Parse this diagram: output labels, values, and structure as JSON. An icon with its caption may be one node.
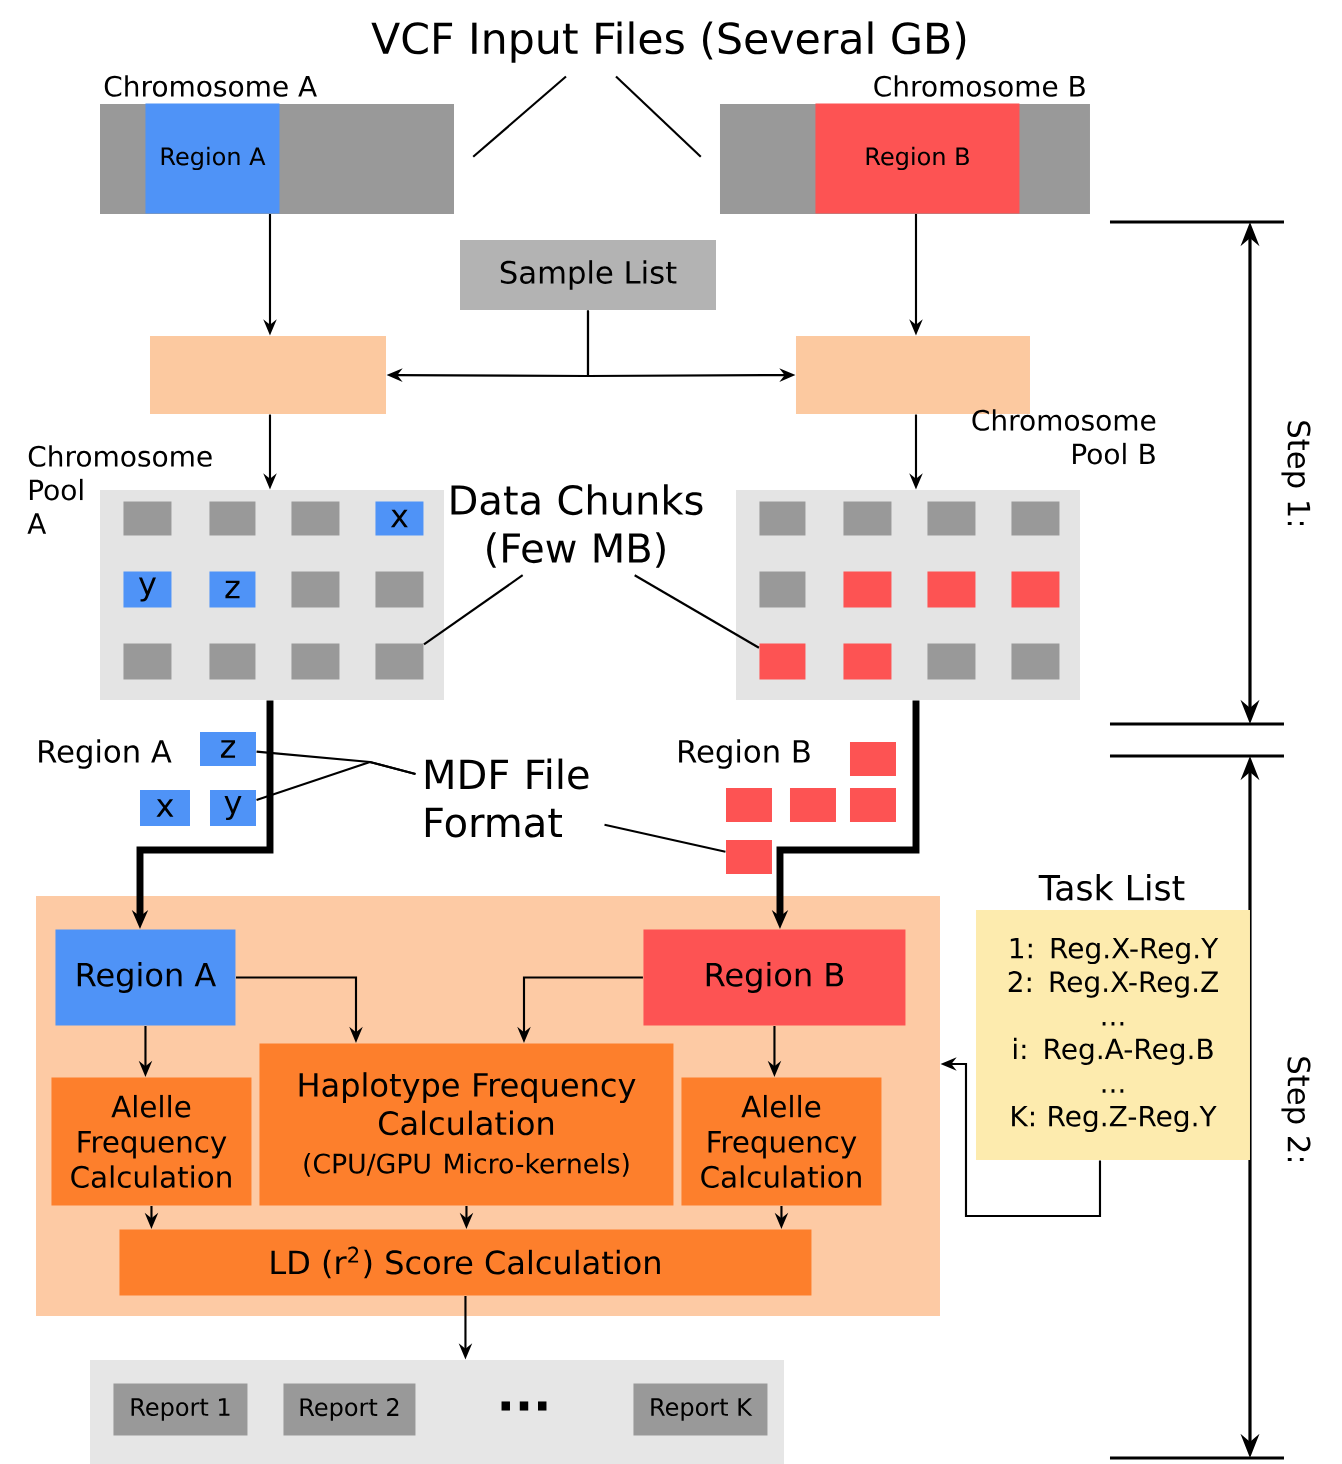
{
  "diagram": {
    "nodes": [
      {
        "text": [
          "Chromosome A"
        ]
      },
      {
        "text": [
          "Region A"
        ],
        "in": 0
      },
      {
        "text": [
          "Chromosome B"
        ]
      },
      {
        "text": [
          "Region B"
        ],
        "in": 2
      },
      {
        "text": [
          "VCF Input Files (Several GB)"
        ]
      },
      {
        "text": [
          "Sample List"
        ]
      },
      {
        "text": [],
        "shape": "box"
      },
      {
        "text": [],
        "shape": "box"
      },
      {
        "text": [
          "Chromosome Pool A"
        ]
      },
      {
        "text": [],
        "shape": "box",
        "in": 8
      },
      {
        "text": [],
        "shape": "box",
        "in": 8
      },
      {
        "text": [],
        "shape": "box",
        "in": 8
      },
      {
        "text": [
          "x"
        ],
        "in": 8
      },
      {
        "text": [
          "y"
        ],
        "in": 8
      },
      {
        "text": [
          "z"
        ],
        "in": 8
      },
      {
        "text": [],
        "shape": "box",
        "in": 8
      },
      {
        "text": [],
        "shape": "box",
        "in": 8
      },
      {
        "text": [],
        "shape": "box",
        "in": 8
      },
      {
        "text": [],
        "shape": "box",
        "in": 8
      },
      {
        "text": [],
        "shape": "box",
        "in": 8
      },
      {
        "text": [],
        "shape": "box",
        "in": 8
      },
      {
        "text": [
          "Chromosome Pool B"
        ]
      },
      {
        "text": [],
        "shape": "box",
        "in": 21
      },
      {
        "text": [],
        "shape": "box",
        "in": 21
      },
      {
        "text": [],
        "shape": "box",
        "in": 21
      },
      {
        "text": [],
        "shape": "box",
        "in": 21
      },
      {
        "text": [],
        "shape": "box",
        "in": 21
      },
      {
        "text": [],
        "shape": "box",
        "in": 21
      },
      {
        "text": [],
        "shape": "box",
        "in": 21
      },
      {
        "text": [],
        "shape": "box",
        "in": 21
      },
      {
        "text": [],
        "shape": "box",
        "in": 21
      },
      {
        "text": [],
        "shape": "box",
        "in": 21
      },
      {
        "text": [],
        "shape": "box",
        "in": 21
      },
      {
        "text": [],
        "shape": "box",
        "in": 21
      },
      {
        "text": [
          "Data Chunks (Few MB)"
        ]
      },
      {
        "text": [
          "z"
        ]
      },
      {
        "text": [
          "x"
        ]
      },
      {
        "text": [
          "y"
        ]
      },
      {
        "text": [
          "MDF File Format"
        ]
      },
      {
        "text": [],
        "shape": "box"
      },
      {
        "text": [],
        "shape": "box"
      },
      {
        "text": [],
        "shape": "box"
      },
      {
        "text": [],
        "shape": "box"
      },
      {
        "text": [],
        "shape": "box"
      },
      {
        "text": [],
        "shape": "box"
      },
      {
        "text": [
          "Region A"
        ],
        "in": 44
      },
      {
        "text": [
          "Region B"
        ],
        "in": 44
      },
      {
        "text": [
          "Alelle Frequency Calculation"
        ],
        "in": 44
      },
      {
        "text": [
          "Haplotype Frequency Calculation",
          "(CPU/GPU Micro-kernels)"
        ],
        "in": 44
      },
      {
        "text": [
          "Alelle Frequency Calculation"
        ],
        "in": 44
      },
      {
        "text": [
          "LD (r$^{2}$) Score Calculation"
        ],
        "in": 44
      },
      {
        "text": [
          "Task List",
          "1: Reg.X-Reg.Y",
          "2: Reg.X-Reg.Z",
          "...",
          "i: Reg.A-Reg.B",
          "...",
          "K: Reg.Z-Reg.Y"
        ]
      },
      {
        "text": [],
        "shape": "box"
      },
      {
        "text": [
          "Report 1"
        ],
        "in": 52
      },
      {
        "text": [
          "Report 2"
        ],
        "in": 52
      },
      {
        "text": [
          "Report K"
        ],
        "in": 52
      }
    ],
    "edges": [
      {
        "from": 4,
        "to": 0,
        "arrow": "none"
      },
      {
        "from": 4,
        "to": 2,
        "arrow": "none"
      },
      {
        "from": 1,
        "to": 6,
        "arrow": "to"
      },
      {
        "from": 3,
        "to": 7,
        "arrow": "to"
      },
      {
        "from": 5,
        "to": 6,
        "arrow": "to"
      },
      {
        "from": 5,
        "to": 7,
        "arrow": "to"
      },
      {
        "from": 6,
        "to": 8,
        "arrow": "to"
      },
      {
        "from": 7,
        "to": 21,
        "arrow": "to"
      },
      {
        "from": 8,
        "to": 45,
        "arrow": "to",
        "style": "thick"
      },
      {
        "from": 21,
        "to": 46,
        "arrow": "to",
        "style": "thick"
      },
      {
        "from": 34,
        "to": 20,
        "arrow": "none"
      },
      {
        "from": 34,
        "to": 30,
        "arrow": "none"
      },
      {
        "from": 38,
        "to": 35,
        "arrow": "none"
      },
      {
        "from": 38,
        "to": 37,
        "arrow": "none"
      },
      {
        "from": 38,
        "to": 43,
        "arrow": "none"
      },
      {
        "from": 45,
        "to": 47,
        "arrow": "to"
      },
      {
        "from": 45,
        "to": 48,
        "arrow": "to"
      },
      {
        "from": 46,
        "to": 48,
        "arrow": "to"
      },
      {
        "from": 46,
        "to": 49,
        "arrow": "to"
      },
      {
        "from": 47,
        "to": 50,
        "arrow": "to"
      },
      {
        "from": 48,
        "to": 50,
        "arrow": "to"
      },
      {
        "from": 49,
        "to": 50,
        "arrow": "to"
      },
      {
        "from": 50,
        "to": 52,
        "arrow": "to"
      },
      {
        "from": 51,
        "to": 44,
        "arrow": "to"
      }
    ],
    "labels": [
      "Step 1:",
      "Region A",
      "Region B",
      "Step 2:",
      "..."
    ]
  }
}
